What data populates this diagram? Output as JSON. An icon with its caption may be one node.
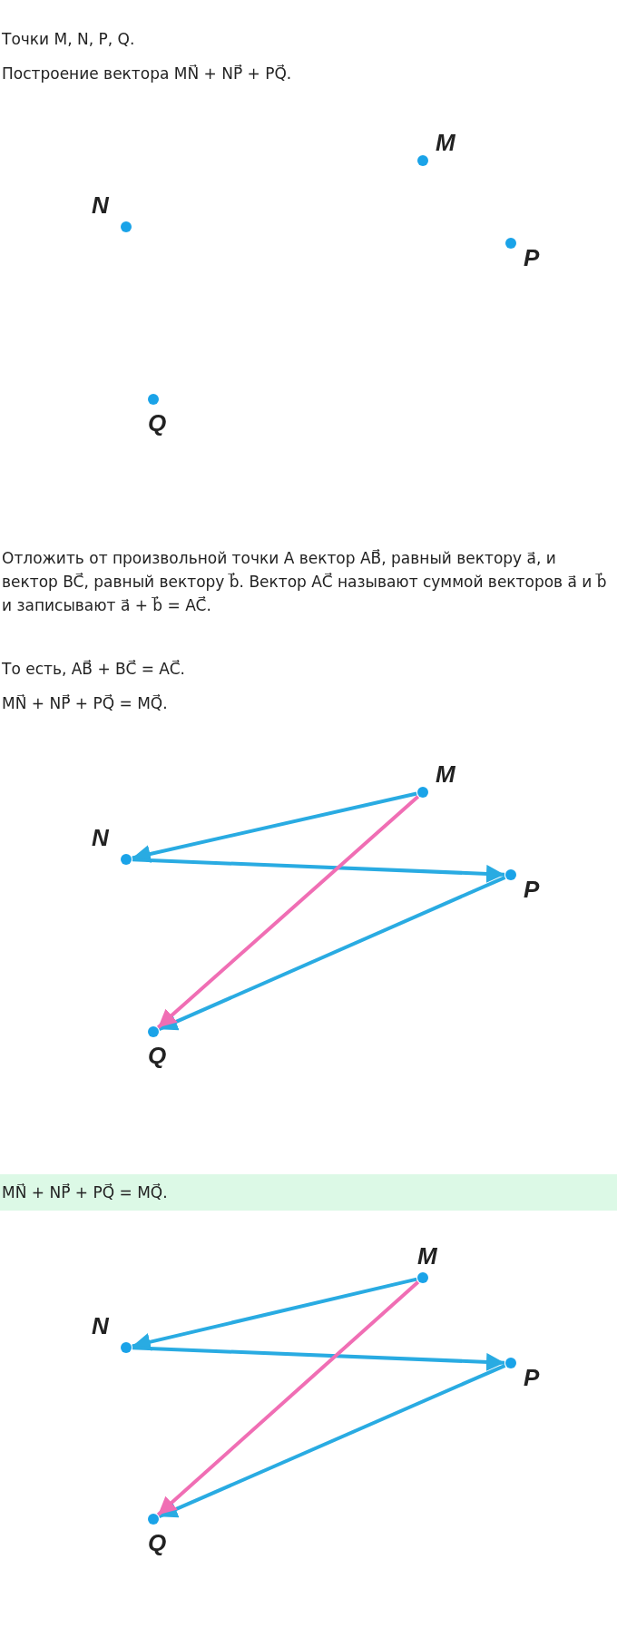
{
  "diagram": {
    "nodes": [
      {
        "text": [
          "M"
        ]
      },
      {
        "text": [
          "N"
        ]
      },
      {
        "text": [
          "P"
        ]
      },
      {
        "text": [
          "Q"
        ]
      },
      {
        "text": [
          "M"
        ]
      },
      {
        "text": [
          "N"
        ]
      },
      {
        "text": [
          "P"
        ]
      },
      {
        "text": [
          "Q"
        ]
      },
      {
        "text": [
          "MN⃗ + NP⃗ + PQ⃗ = MQ⃗."
        ]
      },
      {
        "text": [
          "M"
        ]
      },
      {
        "text": [
          "N"
        ]
      },
      {
        "text": [
          "P"
        ]
      },
      {
        "text": [
          "Q"
        ]
      }
    ],
    "edges": [
      {
        "from": 4,
        "to": 5,
        "arrow": "to"
      },
      {
        "from": 5,
        "to": 6,
        "arrow": "to"
      },
      {
        "from": 6,
        "to": 7,
        "arrow": "to"
      },
      {
        "from": 4,
        "to": 7,
        "arrow": "to",
        "color": "#f06eb4"
      },
      {
        "from": 9,
        "to": 10,
        "arrow": "to"
      },
      {
        "from": 10,
        "to": 11,
        "arrow": "to"
      },
      {
        "from": 11,
        "to": 12,
        "arrow": "to"
      },
      {
        "from": 9,
        "to": 12,
        "arrow": "to",
        "color": "#f06eb4"
      }
    ],
    "labels": [
      "Точки M, N, P, Q.",
      "Построение вектора MN⃗ + NP⃗ + PQ⃗.",
      "Отложить от произвольной точки A вектор AB⃗, равный вектору a⃗, и вектор BC⃗, равный вектору b⃗. Вектор AC⃗ называют суммой векторов a⃗ и b⃗ и записывают a⃗ + b⃗ = AC⃗.",
      "То есть, AB⃗ + BC⃗ = AC⃗.",
      "MN⃗ + NP⃗ + PQ⃗ = MQ⃗."
    ]
  }
}
